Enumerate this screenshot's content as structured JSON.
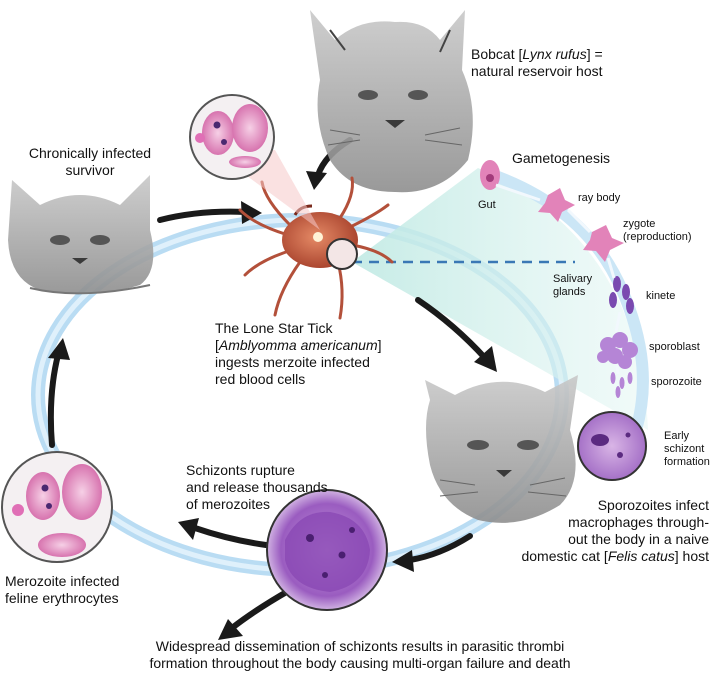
{
  "labels": {
    "bobcat_line1_pre": "Bobcat [",
    "bobcat_line1_italic": "Lynx rufus",
    "bobcat_line1_post": "] =",
    "bobcat_line2": "natural reservoir host",
    "chronic_line1": "Chronically infected",
    "chronic_line2": "survivor",
    "gametogenesis": "Gametogenesis",
    "gut": "Gut",
    "ray_body": "ray body",
    "zygote_line1": "zygote",
    "zygote_line2": "(reproduction)",
    "salivary_line1": "Salivary",
    "salivary_line2": "glands",
    "kinete": "kinete",
    "sporoblast": "sporoblast",
    "sporozoite": "sporozoite",
    "early_line1": "Early",
    "early_line2": "schizont",
    "early_line3": "formation",
    "tick_line1": "The Lone Star Tick",
    "tick_line2_pre": "[",
    "tick_line2_italic": "Amblyomma americanum",
    "tick_line2_post": "]",
    "tick_line3": "ingests merzoite infected",
    "tick_line4": "red blood cells",
    "schizont_line1": "Schizonts rupture",
    "schizont_line2": "and release thousands",
    "schizont_line3": "of merozoites",
    "sporo_line1": "Sporozoites infect",
    "sporo_line2": "macrophages through-",
    "sporo_line3": "out the body in a naive",
    "sporo_line4_pre": "domestic cat [",
    "sporo_line4_italic": "Felis catus",
    "sporo_line4_post": "] host",
    "merozoite_line1": "Merozoite infected",
    "merozoite_line2": "feline erythrocytes",
    "bottom_line1": "Widespread dissemination of schizonts results in parasitic thrombi",
    "bottom_line2": "formation throughout the body causing multi-organ failure and death"
  },
  "colors": {
    "cycle_ring": "#b9dcf3",
    "arrow": "#1a1a1a",
    "tick_body": "#c8553a",
    "cell_pink": "#d96fb0",
    "cell_light": "#f3c3dd",
    "parasite_purple": "#8a4fb0",
    "teal_wedge": "#cfeee9",
    "cat_gray": "#9a9a9a"
  }
}
